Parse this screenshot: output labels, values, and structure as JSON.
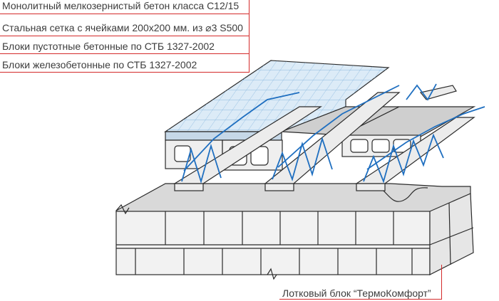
{
  "callouts": {
    "concrete": "Монолитный мелкозернистый бетон класса С12/15",
    "mesh": "Стальная сетка с ячейками 200х200 мм. из ⌀3 S500",
    "hollow_blocks": "Блоки пустотные бетонные по СТБ 1327-2002",
    "rc_blocks": "Блоки железобетонные по СТБ 1327-2002",
    "tray_block": "Лотковый блок “ТермоКомфорт”"
  },
  "colors": {
    "leader": "#d42a2a",
    "rebar": "#1f6fc0",
    "mesh_slab": "#dcebf7",
    "concrete_gray": "#c8c8c8",
    "block_face": "#f1f1f1",
    "outline": "#2b2b2b"
  }
}
